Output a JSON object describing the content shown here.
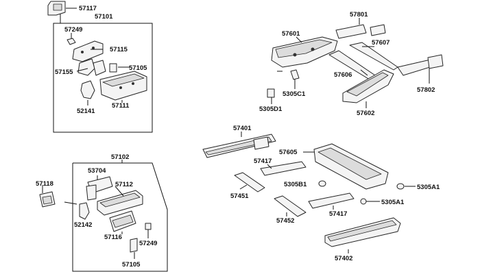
{
  "labels": {
    "p57117": "57117",
    "p57101": "57101",
    "p57249a": "57249",
    "p57115": "57115",
    "p57155": "57155",
    "p57105a": "57105",
    "p52141": "52141",
    "p57111": "57111",
    "p57801": "57801",
    "p57601": "57601",
    "p57607": "57607",
    "p57606": "57606",
    "p57802": "57802",
    "p5305C1": "5305C1",
    "p5305D1": "5305D1",
    "p57602": "57602",
    "p57401": "57401",
    "p57605": "57605",
    "p57417a": "57417",
    "p57102": "57102",
    "p53704": "53704",
    "p57112": "57112",
    "p57118": "57118",
    "p52142": "52142",
    "p57116": "57116",
    "p57249b": "57249",
    "p57105b": "57105",
    "p57451": "57451",
    "p5305B1": "5305B1",
    "p5305A1a": "5305A1",
    "p5305A1b": "5305A1",
    "p57417b": "57417",
    "p57452": "57452",
    "p57402": "57402"
  }
}
